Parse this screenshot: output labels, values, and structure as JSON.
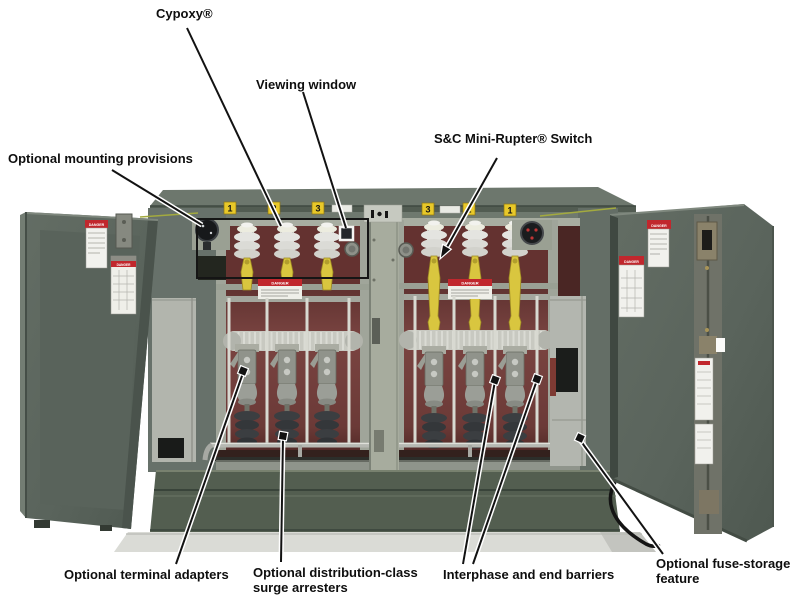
{
  "callouts": {
    "cypoxy": "Cypoxy®",
    "viewing_window": "Viewing window",
    "mini_rupter_switch": "S&C Mini-Rupter® Switch",
    "mounting_provisions": "Optional mounting provisions",
    "terminal_adapters": "Optional terminal adapters",
    "surge_arresters": "Optional distribution-class surge arresters",
    "interphase_barriers": "Interphase and end barriers",
    "fuse_storage": "Optional fuse-storage feature"
  },
  "equipment": {
    "left_bay_phases": [
      "1",
      "2",
      "3"
    ],
    "right_bay_phases": [
      "3",
      "2",
      "1"
    ],
    "warning_word": "DANGER"
  },
  "colors": {
    "cabinet_green": "#5d675f",
    "roof_green": "#6d776d",
    "interior_maroon": "#6f3d3a",
    "frame_gray": "#9ca196",
    "blade_yellow": "#d9c63f",
    "phase_chip_yellow": "#e8c829",
    "danger_red": "#c1272d",
    "insulator_white": "#e2e2de",
    "pad_gray": "#dadbd6"
  }
}
